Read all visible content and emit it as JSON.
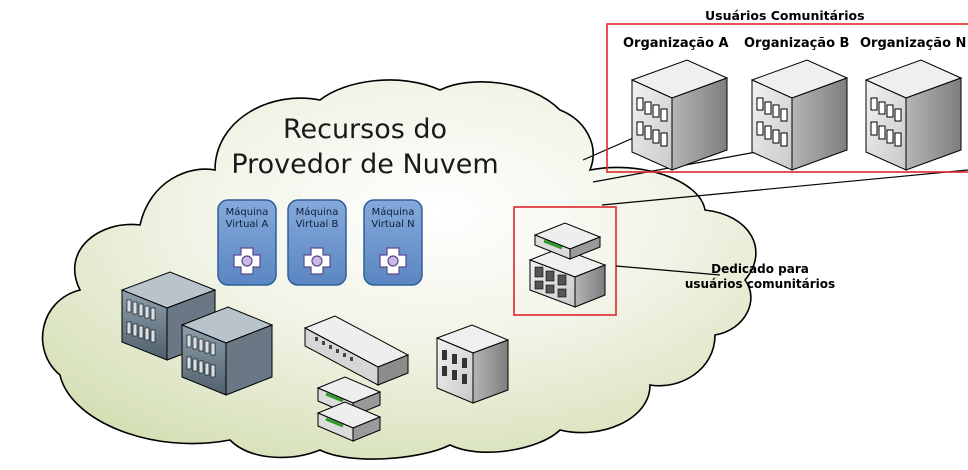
{
  "cloud": {
    "title_line1": "Recursos do",
    "title_line2": "Provedor de Nuvem"
  },
  "vms": [
    {
      "line1": "Máquina",
      "line2": "Virtual A"
    },
    {
      "line1": "Máquina",
      "line2": "Virtual B"
    },
    {
      "line1": "Máquina",
      "line2": "Virtual N"
    }
  ],
  "community": {
    "title": "Usuários Comunitários",
    "orgs": [
      "Organização A",
      "Organização B",
      "Organização N"
    ]
  },
  "dedicated": {
    "line1": "Dedicado para",
    "line2": "usuários comunitários"
  },
  "colors": {
    "cloud_fill": "#e8eed6",
    "cloud_fill_light": "#ffffff",
    "highlight_box": "#e0262b",
    "vm_fill": "#6c96cf",
    "vm_stroke": "#2f5f99",
    "building_face": "#d8d8d8",
    "building_side": "#9c9c9c"
  }
}
